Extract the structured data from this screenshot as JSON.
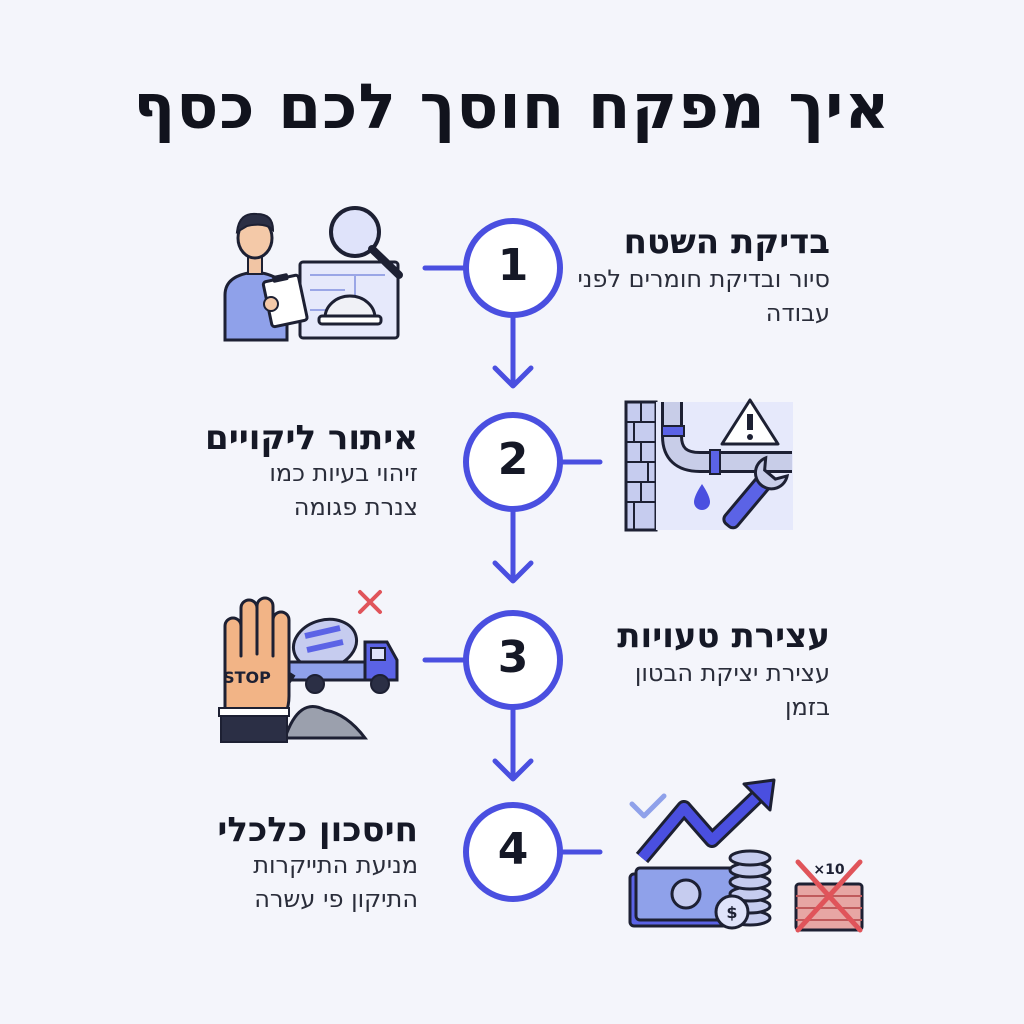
{
  "title": "איך מפקח חוסך לכם כסף",
  "accent_color": "#4a4fe0",
  "steps": [
    {
      "number": "1",
      "title": "בדיקת השטח",
      "desc": "סיור ובדיקת חומרים לפני עבודה",
      "icon": "inspector-blueprint-icon"
    },
    {
      "number": "2",
      "title": "איתור ליקויים",
      "desc": "זיהוי בעיות כמו צנרת פגומה",
      "icon": "leaking-pipe-wrench-icon"
    },
    {
      "number": "3",
      "title": "עצירת טעויות",
      "desc": "עצירת יציקת הבטון בזמן",
      "icon": "stop-hand-concrete-truck-icon"
    },
    {
      "number": "4",
      "title": "חיסכון כלכלי",
      "desc": "מניעת התייקרות התיקון פי עשרה",
      "icon": "money-savings-chart-icon"
    }
  ],
  "labels": {
    "stop_sign": "STOP",
    "multiplier": "×10"
  }
}
